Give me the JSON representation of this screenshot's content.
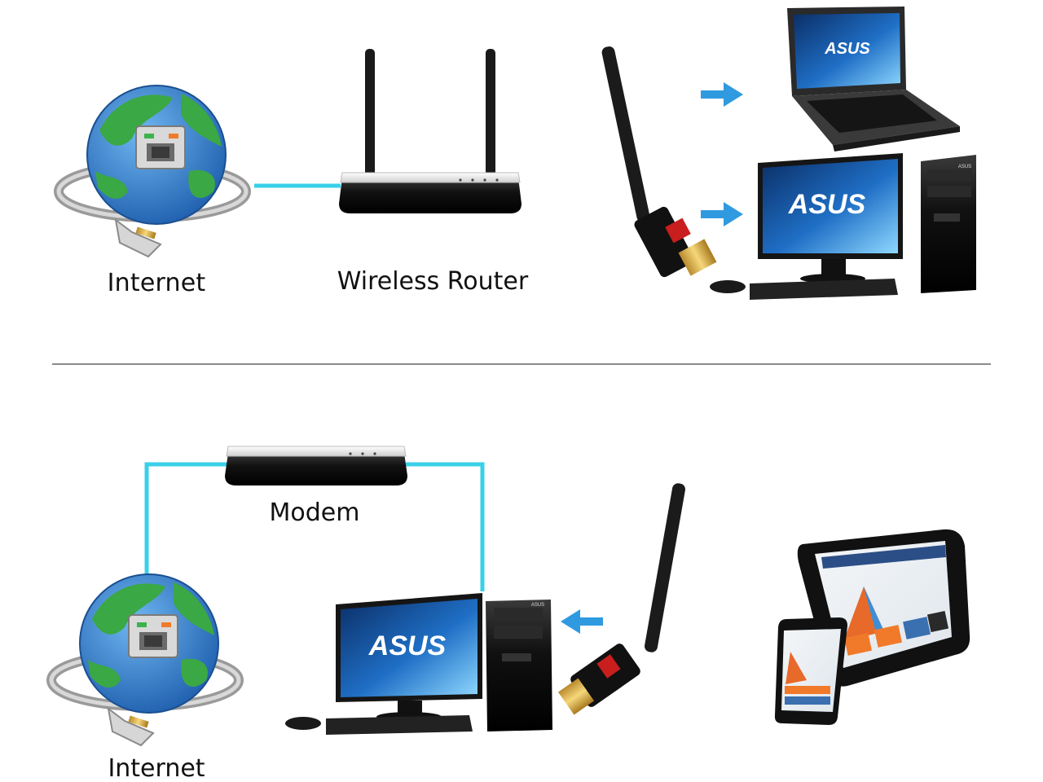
{
  "top_diagram": {
    "internet_label": "Internet",
    "router_label": "Wireless Router",
    "laptop_brand": "ASUS",
    "monitor_brand": "ASUS",
    "tower_brand": "ASUS"
  },
  "bottom_diagram": {
    "modem_label": "Modem",
    "internet_label": "Internet",
    "monitor_brand": "ASUS",
    "tower_brand": "ASUS"
  },
  "colors": {
    "cable": "#39d0e8",
    "arrow": "#2f9ae0",
    "ocean": "#2f78c8",
    "land": "#3aa844",
    "device_black": "#141414",
    "screen_blue": "#1d5fb0",
    "divider": "#8a8a8a"
  }
}
